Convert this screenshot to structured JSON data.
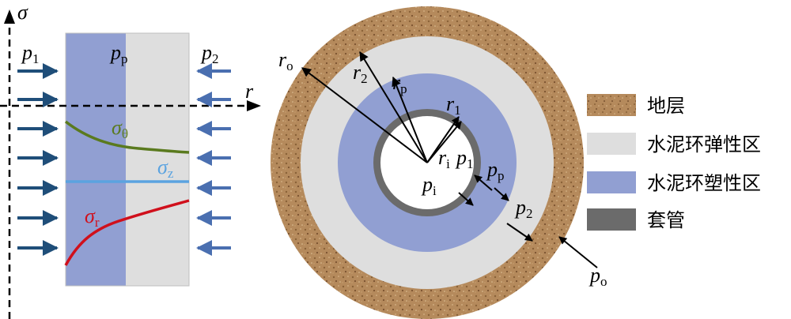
{
  "colors": {
    "plastic_zone": "#919fd2",
    "elastic_zone": "#dedede",
    "casing": "#6b6b6b",
    "formation": "#b58a5c",
    "arrow_left": "#1f4e79",
    "arrow_right": "#4a6fb0",
    "sigma_theta": "#5a7a1e",
    "sigma_z": "#5ba3e0",
    "sigma_r": "#d0101c"
  },
  "left_panel": {
    "axis_sigma": "σ",
    "axis_r": "r",
    "p1": {
      "base": "p",
      "sub": "1"
    },
    "pp": {
      "base": "p",
      "sub": "p"
    },
    "p2": {
      "base": "p",
      "sub": "2"
    },
    "sigma_theta": {
      "base": "σ",
      "sub": "θ"
    },
    "sigma_z": {
      "base": "σ",
      "sub": "z"
    },
    "sigma_r": {
      "base": "σ",
      "sub": "r"
    }
  },
  "right_panel": {
    "ro": {
      "base": "r",
      "sub": "o"
    },
    "r2": {
      "base": "r",
      "sub": "2"
    },
    "rp": {
      "base": "r",
      "sub": "p"
    },
    "r1": {
      "base": "r",
      "sub": "1"
    },
    "ri": {
      "base": "r",
      "sub": "i"
    },
    "p1": {
      "base": "p",
      "sub": "1"
    },
    "pi": {
      "base": "p",
      "sub": "i"
    },
    "pp": {
      "base": "p",
      "sub": "p"
    },
    "p2": {
      "base": "p",
      "sub": "2"
    },
    "po": {
      "base": "p",
      "sub": "o"
    }
  },
  "legend": [
    {
      "label": "地层",
      "icon": "formation-swatch"
    },
    {
      "label": "水泥环弹性区",
      "icon": "elastic-swatch"
    },
    {
      "label": "水泥环塑性区",
      "icon": "plastic-swatch"
    },
    {
      "label": "套管",
      "icon": "casing-swatch"
    }
  ]
}
